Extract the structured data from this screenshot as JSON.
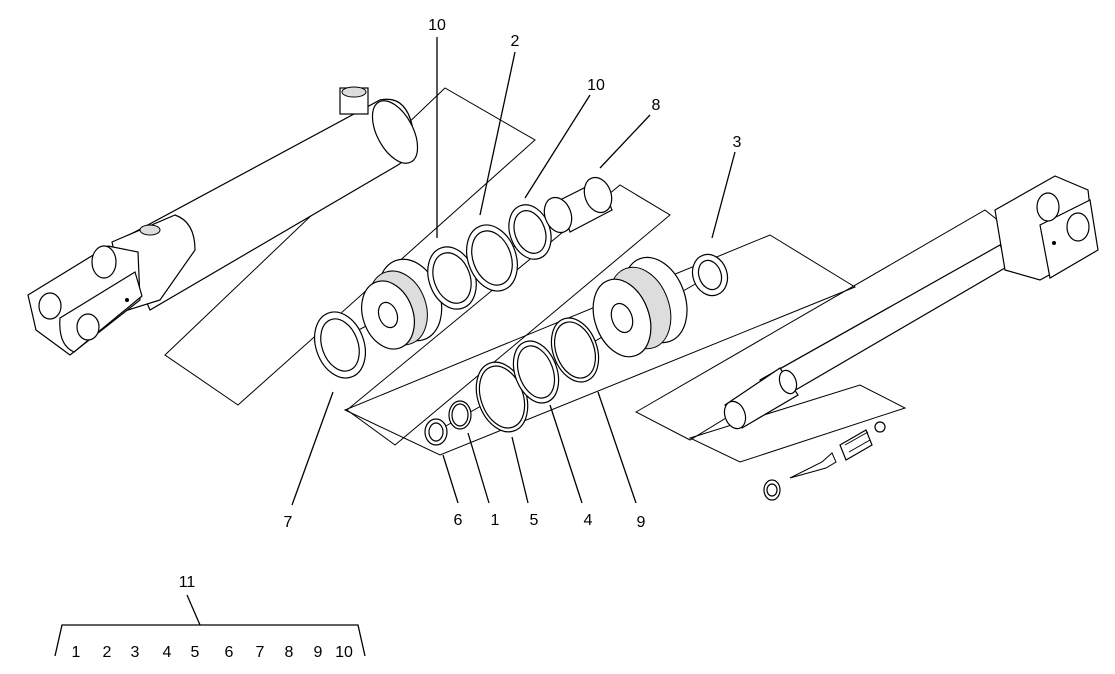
{
  "callouts": {
    "c10a": "10",
    "c2": "2",
    "c10b": "10",
    "c8": "8",
    "c3": "3",
    "c7": "7",
    "c6": "6",
    "c1": "1",
    "c5": "5",
    "c4": "4",
    "c9": "9",
    "c11": "11"
  },
  "kit_items": [
    "1",
    "2",
    "3",
    "4",
    "5",
    "6",
    "7",
    "8",
    "9",
    "10"
  ]
}
